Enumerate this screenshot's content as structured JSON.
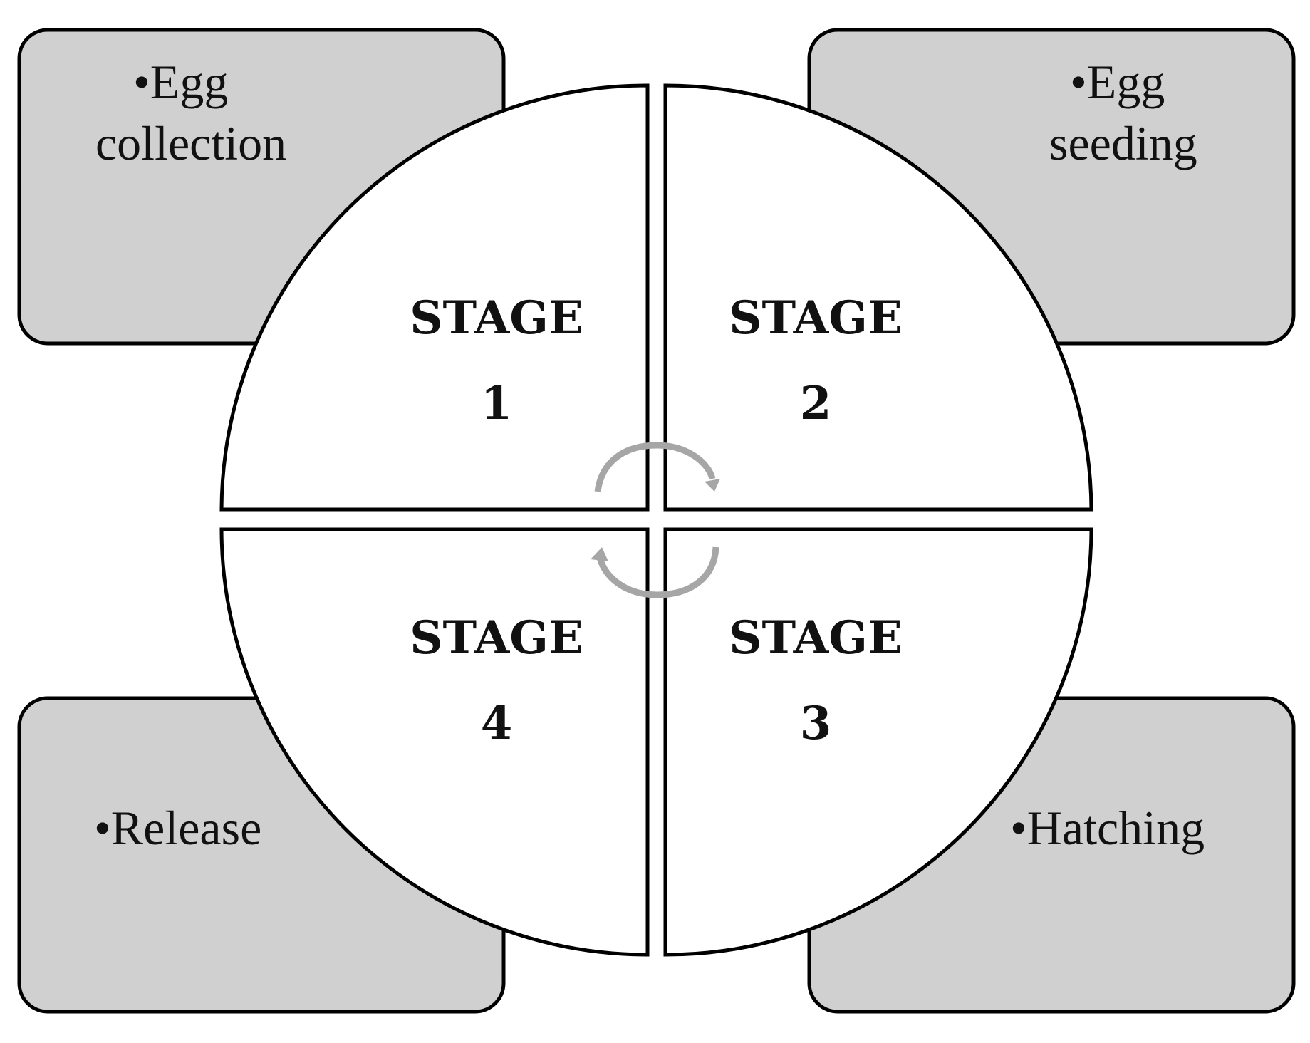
{
  "boxes": {
    "top_left": {
      "lines": [
        "•Egg",
        "collection"
      ]
    },
    "top_right": {
      "lines": [
        "•Egg",
        "seeding"
      ]
    },
    "bottom_right": {
      "lines": [
        "•Hatching"
      ]
    },
    "bottom_left": {
      "lines": [
        "•Release"
      ]
    }
  },
  "stages": [
    {
      "word": "STAGE",
      "number": "1"
    },
    {
      "word": "STAGE",
      "number": "2"
    },
    {
      "word": "STAGE",
      "number": "3"
    },
    {
      "word": "STAGE",
      "number": "4"
    }
  ],
  "colors": {
    "box_fill": "#d0d0d0",
    "arrow": "#a6a6a6",
    "outline": "#000000"
  },
  "icons": [
    "cycle-arrow-top-icon",
    "cycle-arrow-bottom-icon"
  ]
}
